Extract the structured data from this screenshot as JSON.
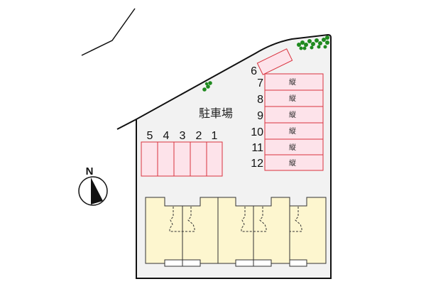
{
  "map": {
    "title": "駐車場",
    "compass": {
      "label": "N",
      "icon": "north-arrow-icon"
    },
    "colors": {
      "lot_fill": "#f2f2f2",
      "lot_border": "#111111",
      "parking_fill": "#fde3ea",
      "parking_border": "#d9333f",
      "building_fill": "#fdf6cf",
      "building_border": "#333333",
      "tree": "#1f8a1f"
    },
    "parking_left": [
      {
        "number": "1"
      },
      {
        "number": "2"
      },
      {
        "number": "3"
      },
      {
        "number": "4"
      },
      {
        "number": "5"
      }
    ],
    "parking_right": [
      {
        "number": "6",
        "label": ""
      },
      {
        "number": "7",
        "label": "縦"
      },
      {
        "number": "8",
        "label": "縦"
      },
      {
        "number": "9",
        "label": "縦"
      },
      {
        "number": "10",
        "label": "縦"
      },
      {
        "number": "11",
        "label": "縦"
      },
      {
        "number": "12",
        "label": "縦"
      }
    ]
  }
}
